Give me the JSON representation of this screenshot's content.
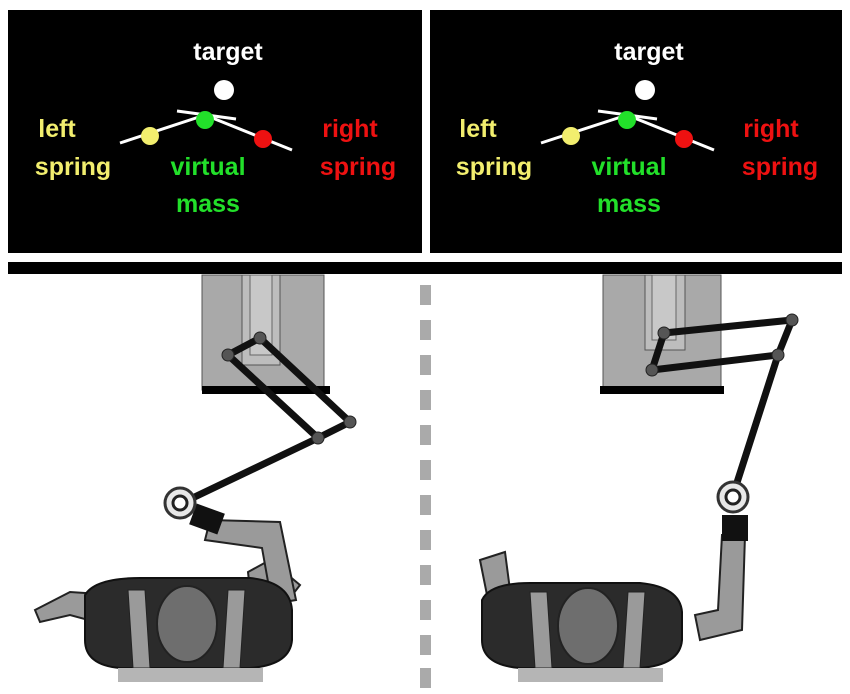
{
  "panels": [
    {
      "id": "left",
      "labels": {
        "target": "target",
        "left_spring_1": "left",
        "left_spring_2": "spring",
        "virtual_mass_1": "virtual",
        "virtual_mass_2": "mass",
        "right_spring_1": "right",
        "right_spring_2": "spring"
      }
    },
    {
      "id": "right",
      "labels": {
        "target": "target",
        "left_spring_1": "left",
        "left_spring_2": "spring",
        "virtual_mass_1": "virtual",
        "virtual_mass_2": "mass",
        "right_spring_1": "right",
        "right_spring_2": "spring"
      }
    }
  ],
  "colors": {
    "screen_bg": "#000000",
    "target": "#ffffff",
    "left_spring": "#f2ee6e",
    "virtual_mass": "#22e02a",
    "right_spring": "#ee1111",
    "robot_base": "#a9a9a9",
    "body_dark": "#2b2b2b",
    "limb_gray": "#9a9a9a",
    "joint": "#555555"
  }
}
